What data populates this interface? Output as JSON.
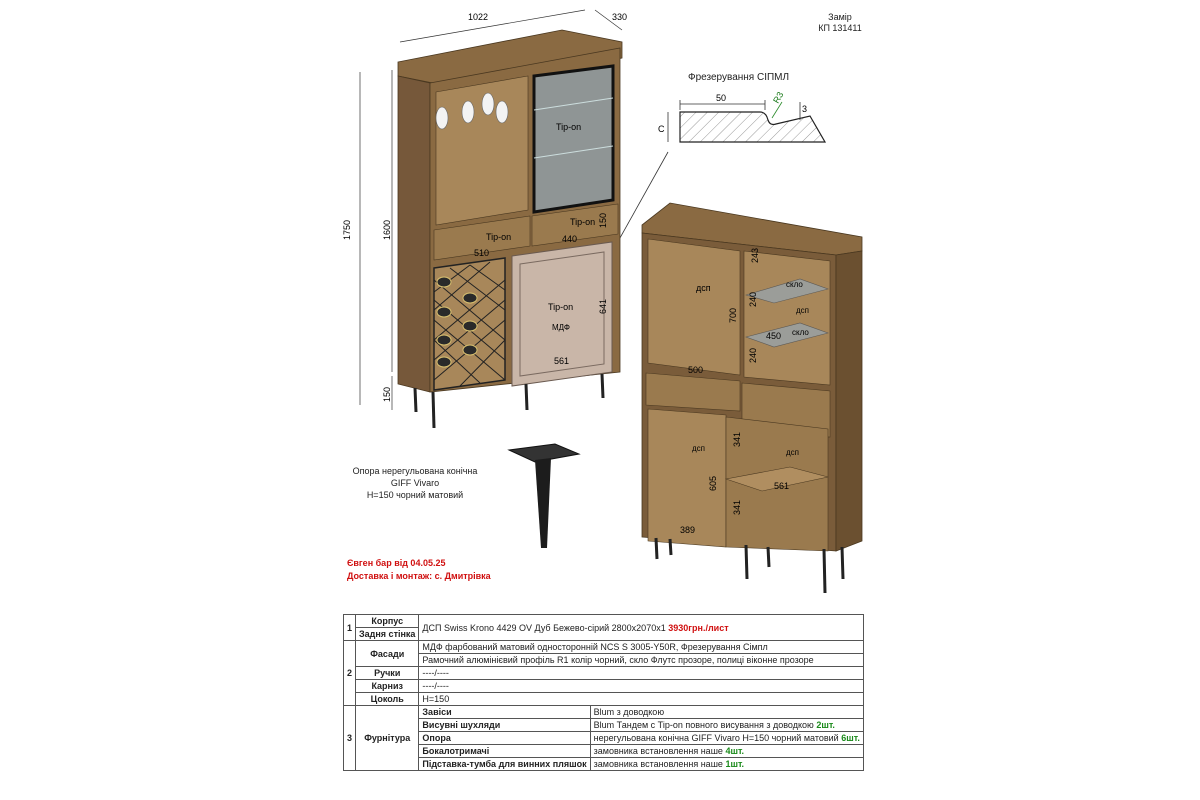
{
  "header": {
    "zamir": "Замір",
    "kp": "КП 131411"
  },
  "milling": {
    "title": "Фрезерування СІПМЛ",
    "w": "50",
    "r": "R3",
    "d": "3",
    "c": "C"
  },
  "left_dims": {
    "width": "1022",
    "depth": "330",
    "height_total": "1750",
    "height_body": "1600",
    "leg": "150",
    "tipon_drawer_left": "Tip-on",
    "tipon_drawer_right": "Tip-on",
    "tipon_glass": "Tip-on",
    "tipon_door": "Tip-on",
    "door_mdf": "МДФ",
    "d510": "510",
    "d440": "440",
    "d150": "150",
    "d641": "641",
    "d561": "561"
  },
  "right_dims": {
    "dsp1": "дсп",
    "dsp2": "дсп",
    "dsp3": "дсп",
    "dsp4": "дсп",
    "sklo1": "скло",
    "sklo2": "скло",
    "d243": "243",
    "d700": "700",
    "d240a": "240",
    "d240b": "240",
    "d450": "450",
    "d500": "500",
    "d341a": "341",
    "d341b": "341",
    "d605": "605",
    "d561": "561",
    "d389": "389"
  },
  "leg_note": {
    "line1": "Опора нерегульована конічна",
    "line2": "GIFF Vivaro",
    "line3": "H=150 чорний матовий"
  },
  "order": {
    "line1": "Євген бар від 04.05.25",
    "line2": "Доставка і монтаж: с. Дмитрівка"
  },
  "table": {
    "r1": {
      "num": "1",
      "korpus": "Корпус",
      "zadnya": "Задня стінка",
      "text": "ДСП Swiss Krono 4429 OV Дуб Бежево-сірий 2800х2070х1",
      "price": "3930грн./лист"
    },
    "r2": {
      "num": "2",
      "fasady": "Фасади",
      "f1": "МДФ фарбований матовий односторонній NCS S 3005-Y50R, Фрезерування Сімпл",
      "f2": "Рамочний алюмінієвий профіль R1 колір чорний, скло Флутс прозоре, полиці віконне прозоре",
      "ruchky": "Ручки",
      "ruchky_v": "----/----",
      "karniz": "Карниз",
      "karniz_v": "----/----",
      "tsokol": "Цоколь",
      "tsokol_v": "H=150"
    },
    "r3": {
      "num": "3",
      "furnitura": "Фурнітура",
      "items": [
        {
          "name": "Завіси",
          "value": "Blum з доводкою",
          "extra": ""
        },
        {
          "name": "Висувні шухляди",
          "value": "Blum Тандем с Tip-on повного висування з доводкою",
          "extra": "2шт."
        },
        {
          "name": "Опора",
          "value": "нерегульована конічна GIFF Vivaro H=150 чорний матовий",
          "extra": "6шт."
        },
        {
          "name": "Бокалотримачі",
          "value": "замовника встановлення наше",
          "extra": "4шт."
        },
        {
          "name": "Підставка-тумба для винних пляшок",
          "value": "замовника встановлення наше",
          "extra": "1шт."
        }
      ]
    }
  },
  "colors": {
    "oak": "#8a6a42",
    "oak_dark": "#6b5030",
    "mdf": "#c9b6a8",
    "glass": "#9aa0a0"
  }
}
